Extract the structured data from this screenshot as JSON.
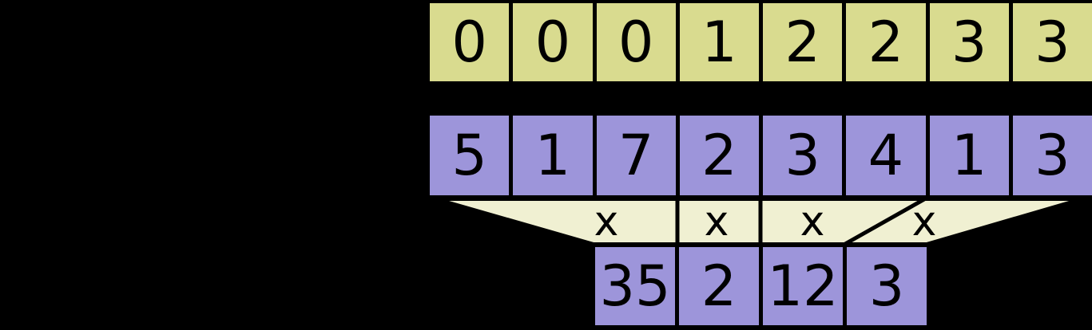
{
  "diagram": {
    "keys_row": [
      "0",
      "0",
      "0",
      "1",
      "2",
      "2",
      "3",
      "3"
    ],
    "values_row": [
      "5",
      "1",
      "7",
      "2",
      "3",
      "4",
      "1",
      "3"
    ],
    "operators": [
      "x",
      "x",
      "x",
      "x"
    ],
    "results_row": [
      "35",
      "2",
      "12",
      "3"
    ],
    "colors": {
      "background": "#000000",
      "keys_fill": "#d9db8f",
      "values_fill": "#9d95da",
      "funnel_fill": "#f0f0d2",
      "border": "#000000"
    }
  }
}
